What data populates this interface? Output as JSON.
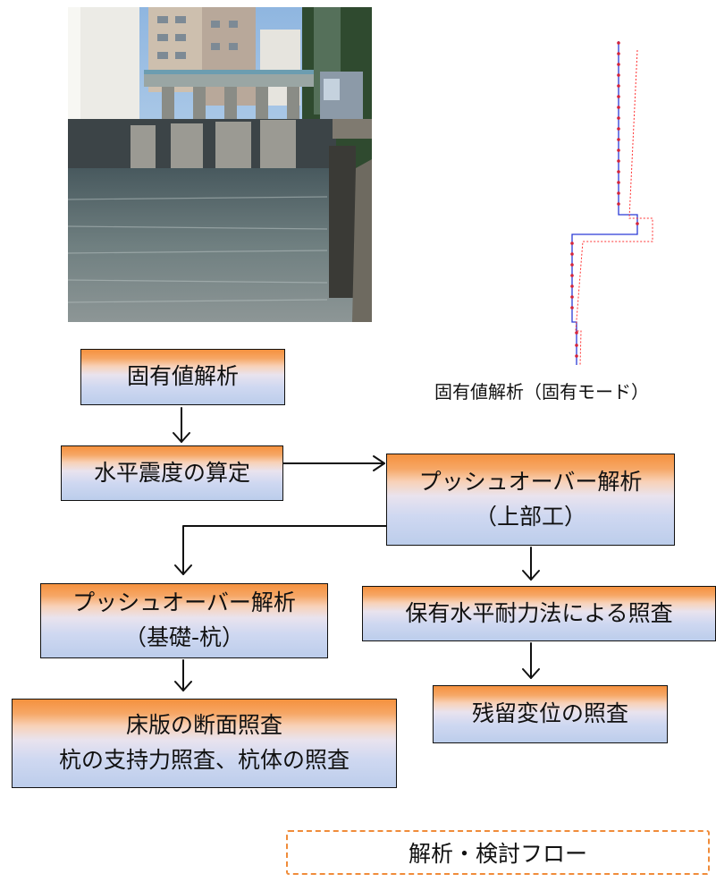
{
  "photo": {
    "icon": "harbor-gate-photo"
  },
  "mode_shape": {
    "caption": "固有値解析（固有モード）"
  },
  "flow": {
    "eigen": "固有値解析",
    "seismic": "水平震度の算定",
    "pushover_top_1": "プッシュオーバー解析",
    "pushover_top_2": "（上部工）",
    "pushover_foundation_1": "プッシュオーバー解析",
    "pushover_foundation_2": "（基礎-杭）",
    "capacity_check": "保有水平耐力法による照査",
    "residual_check": "残留変位の照査",
    "slab_check_1": "床版の断面照査",
    "slab_check_2": "杭の支持力照査、杭体の照査"
  },
  "legend": "解析・検討フロー",
  "colors": {
    "box_top": "#f5913e",
    "box_bottom": "#bccdeb",
    "mode_line": "#2b3bd6",
    "mode_points": "#d6243a",
    "mode_deformed": "#ff3030",
    "legend_border": "#f08c3a"
  }
}
